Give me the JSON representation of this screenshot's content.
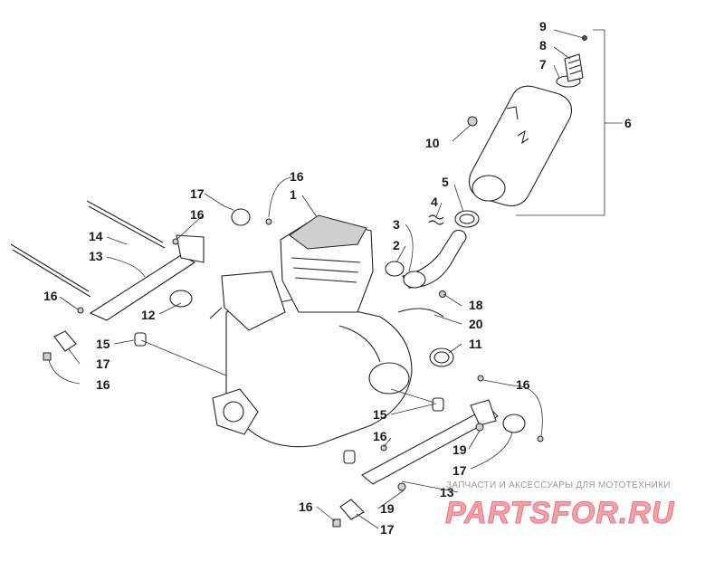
{
  "callouts": [
    {
      "id": "c9",
      "label": "9"
    },
    {
      "id": "c8",
      "label": "8"
    },
    {
      "id": "c7",
      "label": "7"
    },
    {
      "id": "c6",
      "label": "6"
    },
    {
      "id": "c10",
      "label": "10"
    },
    {
      "id": "c5",
      "label": "5"
    },
    {
      "id": "c4",
      "label": "4"
    },
    {
      "id": "c3",
      "label": "3"
    },
    {
      "id": "c2",
      "label": "2"
    },
    {
      "id": "c18",
      "label": "18"
    },
    {
      "id": "c20",
      "label": "20"
    },
    {
      "id": "c11",
      "label": "11"
    },
    {
      "id": "c16a",
      "label": "16"
    },
    {
      "id": "c1",
      "label": "1"
    },
    {
      "id": "c17a",
      "label": "17"
    },
    {
      "id": "c16b",
      "label": "16"
    },
    {
      "id": "c14",
      "label": "14"
    },
    {
      "id": "c13a",
      "label": "13"
    },
    {
      "id": "c16c",
      "label": "16"
    },
    {
      "id": "c12",
      "label": "12"
    },
    {
      "id": "c15a",
      "label": "15"
    },
    {
      "id": "c17b",
      "label": "17"
    },
    {
      "id": "c16d",
      "label": "16"
    },
    {
      "id": "c16e",
      "label": "16"
    },
    {
      "id": "c15b",
      "label": "15"
    },
    {
      "id": "c16f",
      "label": "16"
    },
    {
      "id": "c19a",
      "label": "19"
    },
    {
      "id": "c17c",
      "label": "17"
    },
    {
      "id": "c13b",
      "label": "13"
    },
    {
      "id": "c16g",
      "label": "16"
    },
    {
      "id": "c19b",
      "label": "19"
    },
    {
      "id": "c17d",
      "label": "17"
    }
  ],
  "watermark": {
    "tagline": "ЗАПЧАСТИ И АКСЕССУАРЫ ДЛЯ МОТОТЕХНИКИ",
    "logo": "PARTSFOR.RU"
  },
  "colors": {
    "ink": "#1a1a1a",
    "logo": "#f4a0a8",
    "logo_stroke": "#e07886",
    "watermark_gray": "#9a9a9a"
  }
}
